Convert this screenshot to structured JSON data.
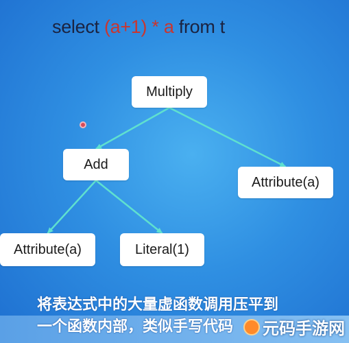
{
  "title": {
    "prefix": "select ",
    "expr": "(a+1) * a",
    "suffix": " from t"
  },
  "tree": {
    "nodes": [
      {
        "id": "multiply",
        "label": "Multiply"
      },
      {
        "id": "add",
        "label": "Add"
      },
      {
        "id": "attr-right",
        "label": "Attribute(a)"
      },
      {
        "id": "attr-left",
        "label": "Attribute(a)"
      },
      {
        "id": "literal",
        "label": "Literal(1)"
      }
    ],
    "edges": [
      {
        "from": "multiply",
        "to": "add"
      },
      {
        "from": "multiply",
        "to": "attr-right"
      },
      {
        "from": "add",
        "to": "attr-left"
      },
      {
        "from": "add",
        "to": "literal"
      }
    ]
  },
  "caption": {
    "line1": "将表达式中的大量虚函数调用压平到",
    "line2": "一个函数内部，类似手写代码"
  },
  "watermark": {
    "text": "元码手游网"
  },
  "colors": {
    "edge": "#5fe0cf",
    "title_highlight": "#c9362f"
  }
}
